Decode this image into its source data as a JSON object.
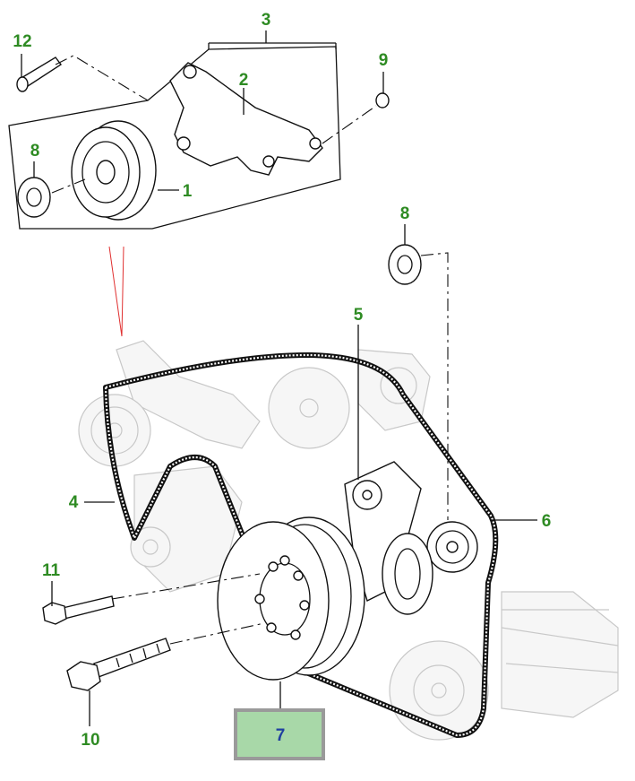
{
  "callouts": {
    "c1": "1",
    "c2": "2",
    "c3": "3",
    "c4": "4",
    "c5": "5",
    "c6": "6",
    "c7": "7",
    "c8a": "8",
    "c8b": "8",
    "c9": "9",
    "c10": "10",
    "c11": "11",
    "c12": "12"
  },
  "colors": {
    "callout_green": "#2e8b23",
    "callout_blue": "#1f3fa0",
    "highlight_fill": "#a8d8a8",
    "highlight_border": "#9a9a9a"
  }
}
